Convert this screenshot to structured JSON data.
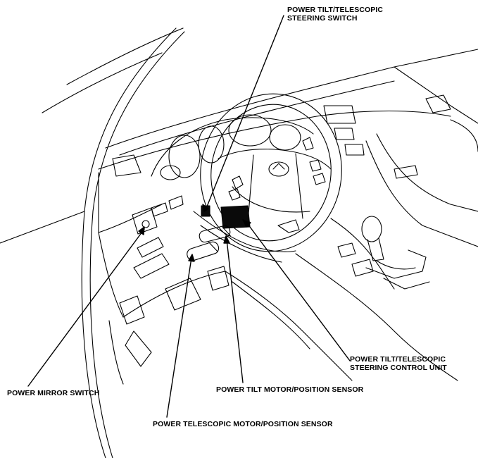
{
  "labels": {
    "steering_switch": [
      "POWER TILT/TELESCOPIC",
      "STEERING SWITCH"
    ],
    "control_unit": [
      "POWER TILT/TELESCOPIC",
      "STEERING CONTROL UNIT"
    ],
    "mirror_switch": "POWER MIRROR SWITCH",
    "tilt_motor": "POWER TILT MOTOR/POSITION SENSOR",
    "telescopic_motor": "POWER TELESCOPIC MOTOR/POSITION SENSOR"
  },
  "colors": {
    "ink": "#000000",
    "paper": "#ffffff",
    "component_fill": "#0a0a0a"
  }
}
